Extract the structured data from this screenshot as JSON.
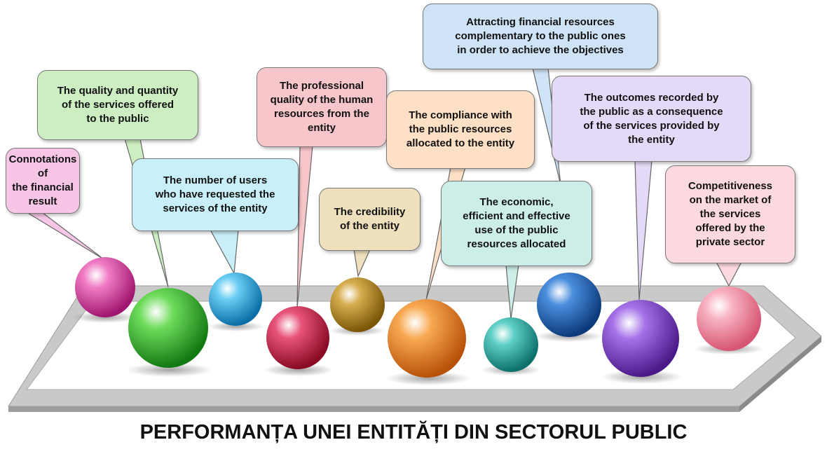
{
  "boxes": [
    {
      "text": "Connotations of\nthe financial\nresult"
    },
    {
      "text": "The quality and quantity\nof the services offered\nto the public"
    },
    {
      "text": "The number of users\nwho have requested the\nservices of the entity"
    },
    {
      "text": "The professional\nquality of the human\nresources from the\nentity"
    },
    {
      "text": "The credibility\nof the entity"
    },
    {
      "text": "The compliance with\nthe public resources\nallocated to the entity"
    },
    {
      "text": "Attracting financial resources\ncomplementary to the public ones\nin order to achieve the objectives"
    },
    {
      "text": "The economic,\nefficient and effective\nuse of the public\nresources allocated"
    },
    {
      "text": "The outcomes recorded by\nthe public as a consequence\nof the services provided by\nthe entity"
    },
    {
      "text": "Competitiveness\non the market of\nthe services\noffered by the\nprivate sector"
    }
  ],
  "colors": {
    "spheres": [
      "#e0349f",
      "#2fb52f",
      "#1fa7e0",
      "#cc1d3e",
      "#b5871c",
      "#f27a14",
      "#22aaa3",
      "#1c62b0",
      "#7b37c4",
      "#f28aa0"
    ],
    "arrow_frame": "#b8b8b8"
  },
  "footer": {
    "title": "PERFORMANȚA UNEI ENTITĂȚI DIN SECTORUL PUBLIC"
  }
}
